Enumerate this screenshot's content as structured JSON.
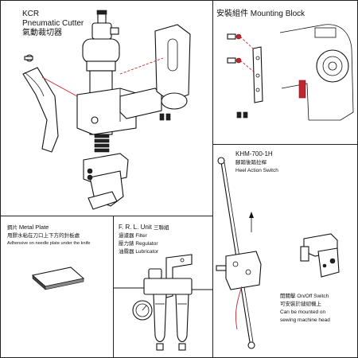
{
  "cutter": {
    "code": "KCR",
    "name_en": "Pneumatic Cutter",
    "name_zh": "氣動裁切器"
  },
  "mounting": {
    "title_zh": "安裝組件",
    "title_en": "Mounting Block"
  },
  "heel": {
    "code": "KHM-700-1H",
    "name_zh": "腳踏後踏拉桿",
    "name_en": "Heel Action Switch",
    "switch_zh": "開關擊",
    "switch_en": "On/Off Switch",
    "note_zh": "可安裝於縫紉機上",
    "note_en_1": "Can be mounted on",
    "note_en_2": "sewing machine head"
  },
  "plate": {
    "title_zh": "鋼片",
    "title_en": "Metal Plate",
    "note_zh": "用膠水粘在刀口上下方的針板處",
    "note_en": "Adhensive on needle plate under the knife"
  },
  "frl": {
    "title_prefix": "F. R. L. Unit",
    "title_zh": "三聯組",
    "items": [
      {
        "zh": "過濾器",
        "en": "Filter"
      },
      {
        "zh": "壓力錶",
        "en": "Regulator"
      },
      {
        "zh": "油霧器",
        "en": "Lubricator"
      }
    ]
  },
  "colors": {
    "accent_red": "#c0262d",
    "line": "#111111"
  }
}
